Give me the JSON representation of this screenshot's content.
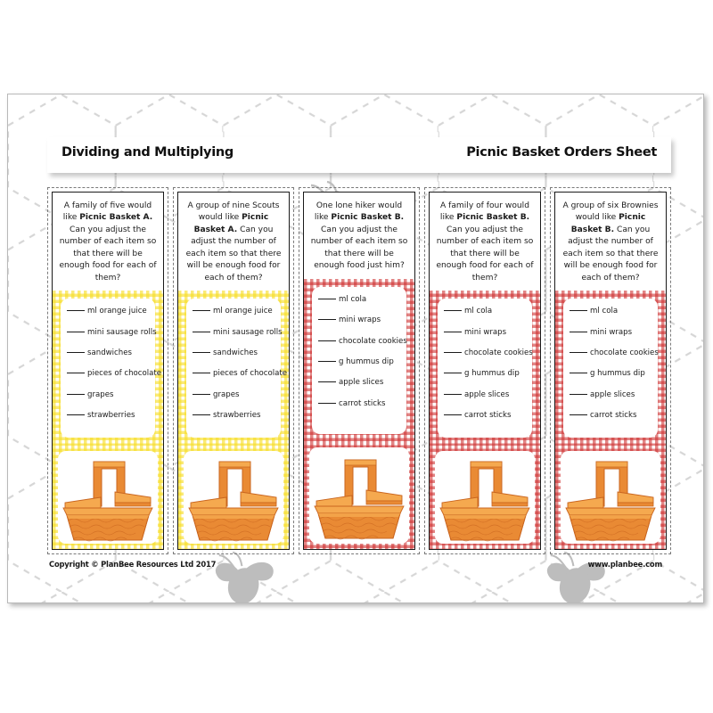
{
  "header": {
    "title": "Dividing and Multiplying",
    "subtitle": "Picnic Basket Orders Sheet"
  },
  "footer": {
    "copyright": "Copyright © PlanBee Resources Ltd 2017",
    "website": "www.planbee.com"
  },
  "colors": {
    "gingham_yellow": "#f7dd25",
    "gingham_red": "#cd2d2d",
    "basket_orange": "#e98a34",
    "basket_light": "#f5a94f",
    "basket_dark": "#c9651f",
    "card_border": "#1a1a1a",
    "cut_guide": "#7b7b7b",
    "watermark_grey": "#bcbcbc"
  },
  "baskets": {
    "A": {
      "border_style": "gingham-yellow",
      "items": [
        "ml orange juice",
        "mini sausage rolls",
        "sandwiches",
        "pieces of chocolate",
        "grapes",
        "strawberries"
      ]
    },
    "B": {
      "border_style": "gingham-red",
      "items": [
        "ml cola",
        "mini wraps",
        "chocolate cookies",
        "g hummus dip",
        "apple slices",
        "carrot sticks"
      ]
    }
  },
  "cards": [
    {
      "id": "card-1",
      "basket": "A",
      "prompt_pre": "A family of five would like ",
      "prompt_bold": "Picnic Basket A.",
      "prompt_post": " Can you adjust the number of each item so that there will be enough food for each of them?"
    },
    {
      "id": "card-2",
      "basket": "A",
      "prompt_pre": "A group of nine Scouts would like ",
      "prompt_bold": "Picnic Basket A.",
      "prompt_post": " Can you adjust the number of each item so that there will be enough food for each of them?"
    },
    {
      "id": "card-3",
      "basket": "B",
      "prompt_pre": "One lone hiker would like ",
      "prompt_bold": "Picnic Basket B.",
      "prompt_post": " Can you adjust the number of each item so that there will be enough food just him?"
    },
    {
      "id": "card-4",
      "basket": "B",
      "prompt_pre": "A family of four would like ",
      "prompt_bold": "Picnic Basket B.",
      "prompt_post": " Can you adjust the number of each item so that there will be enough food for each of them?"
    },
    {
      "id": "card-5",
      "basket": "B",
      "prompt_pre": "A group of six Brownies would like ",
      "prompt_bold": "Picnic Basket B.",
      "prompt_post": " Can you adjust the number of each item so that there will be enough food for each of them?"
    }
  ],
  "watermark": {
    "bee_label": "bee-watermark",
    "hexagon_label": "hexagon-grid-watermark"
  }
}
